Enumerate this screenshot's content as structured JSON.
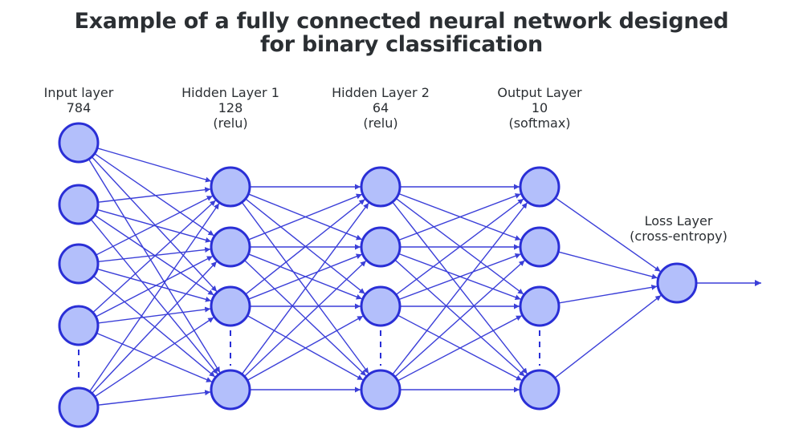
{
  "title": {
    "line1": "Example of a fully connected neural network designed",
    "line2": "for binary classification"
  },
  "colors": {
    "node_fill": "#b3bffb",
    "node_stroke": "#2a2fd6",
    "edge": "#3b3fd8",
    "text": "#2b2f33"
  },
  "layers": [
    {
      "id": "input",
      "lines": [
        "Input layer",
        "784"
      ],
      "visible_nodes": 5,
      "ellipsis_before_last": true
    },
    {
      "id": "hidden1",
      "lines": [
        "Hidden Layer 1",
        "128",
        "(relu)"
      ],
      "visible_nodes": 4,
      "ellipsis_before_last": true
    },
    {
      "id": "hidden2",
      "lines": [
        "Hidden Layer 2",
        "64",
        "(relu)"
      ],
      "visible_nodes": 4,
      "ellipsis_before_last": true
    },
    {
      "id": "output",
      "lines": [
        "Output Layer",
        "10",
        "(softmax)"
      ],
      "visible_nodes": 4,
      "ellipsis_before_last": true
    },
    {
      "id": "loss",
      "lines": [
        "Loss Layer",
        "(cross-entropy)"
      ],
      "visible_nodes": 1,
      "ellipsis_before_last": false
    }
  ],
  "connections": "fully-connected",
  "final_output_arrow": true
}
